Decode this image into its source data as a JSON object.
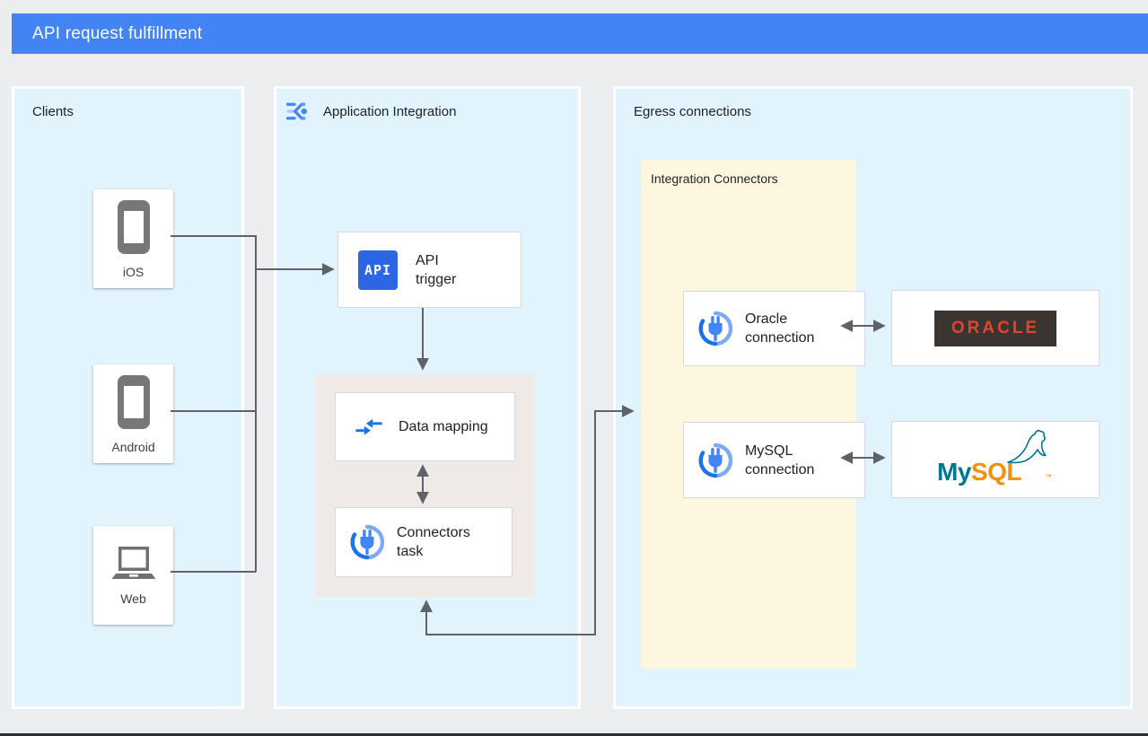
{
  "title": "API request fulfillment",
  "colors": {
    "title_bar_blue": "#4284F4",
    "background_gray": "#ECEDEF",
    "panel_blue": "#E1F4FD",
    "integration_connectors_yellow": "#FEF7E0",
    "mapping_group_beige": "#F0EAE6",
    "wire_gray": "#5F6368",
    "api_chip_blue": "#2C66E4",
    "connector_icon_blue": "#4285F4",
    "oracle_badge_background": "#3A3531",
    "oracle_red": "#E2452F",
    "mysql_teal": "#00758F",
    "mysql_orange": "#F29111"
  },
  "panels": {
    "clients": {
      "label": "Clients",
      "nodes": [
        {
          "label": "iOS",
          "icon": "smartphone-icon"
        },
        {
          "label": "Android",
          "icon": "smartphone-icon"
        },
        {
          "label": "Web",
          "icon": "laptop-icon"
        }
      ]
    },
    "application_integration": {
      "label": "Application Integration",
      "icon": "application-integration-icon",
      "nodes": {
        "api_trigger": {
          "label": "API\ntrigger",
          "icon": "api-icon",
          "icon_text": "API"
        },
        "data_mapping": {
          "label": "Data mapping",
          "icon": "data-mapping-icon"
        },
        "connectors_task": {
          "label": "Connectors\ntask",
          "icon": "integration-connector-icon"
        }
      }
    },
    "egress": {
      "label": "Egress connections",
      "group": {
        "label": "Integration Connectors",
        "nodes": {
          "oracle_connection": {
            "label": "Oracle\nconnection",
            "icon": "integration-connector-icon"
          },
          "mysql_connection": {
            "label": "MySQL\nconnection",
            "icon": "integration-connector-icon"
          }
        }
      },
      "targets": {
        "oracle": {
          "label": "ORACLE"
        },
        "mysql": {
          "prefix": "My",
          "suffix": "SQL",
          "trademark": "™",
          "icon": "mysql-dolphin-icon"
        }
      }
    }
  }
}
